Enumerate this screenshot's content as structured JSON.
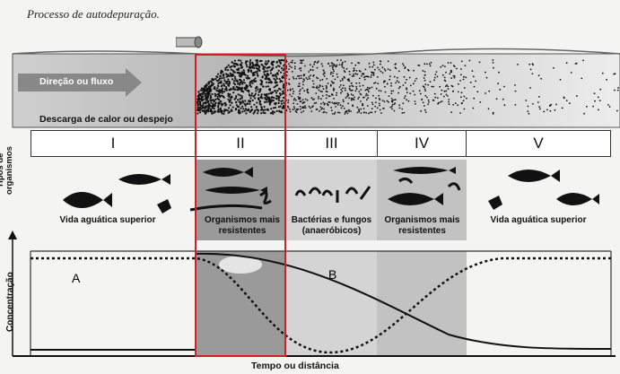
{
  "title": "Processo de autodepuração.",
  "river": {
    "flow_label": "Direção ou fluxo",
    "discharge_label": "Descarga de calor ou despejo"
  },
  "zones": [
    "I",
    "II",
    "III",
    "IV",
    "V"
  ],
  "organism_axis_label": "Tipos de organismos",
  "organism_labels": [
    "Vida aguática superior",
    "Organismos mais resistentes",
    "Bactérias e fungos (anaeróbicos)",
    "Organismos mais resistentes",
    "Vida aguática superior"
  ],
  "graph": {
    "y_label": "Concentração",
    "x_label": "Tempo ou distância",
    "curve_a_label": "A",
    "curve_b_label": "B"
  },
  "colors": {
    "highlight": "#d21f26",
    "band_gray": "#c8c8c8",
    "band_dark": "#9a9a9a"
  }
}
